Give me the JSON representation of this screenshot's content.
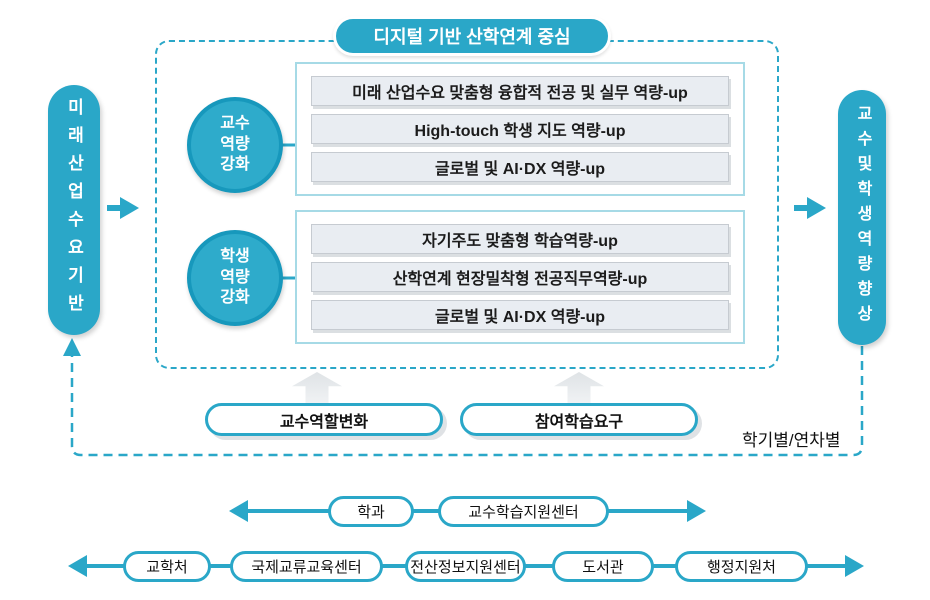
{
  "title": "디지털 기반 산학연계 중심",
  "left_pill": {
    "label": "미래산업수요기반"
  },
  "right_pill": {
    "label": "교수및학생역량향상"
  },
  "groups": [
    {
      "circle": [
        "교수",
        "역량",
        "강화"
      ],
      "items": [
        "미래 산업수요 맞춤형 융합적 전공 및 실무 역량-up",
        "High-touch 학생 지도 역량-up",
        "글로벌 및 AI·DX 역량-up"
      ]
    },
    {
      "circle": [
        "학생",
        "역량",
        "강화"
      ],
      "items": [
        "자기주도 맞춤형 학습역량-up",
        "산학연계 현장밀착형 전공직무역량-up",
        "글로벌 및 AI·DX 역량-up"
      ]
    }
  ],
  "inputs": [
    "교수역할변화",
    "참여학습요구"
  ],
  "cycle_label": "학기별/연차별",
  "support_rows": [
    {
      "pills": [
        "학과",
        "교수학습지원센터"
      ]
    },
    {
      "pills": [
        "교학처",
        "국제교류교육센터",
        "전산정보지원센터",
        "도서관",
        "행정지원처"
      ]
    }
  ],
  "colors": {
    "teal": "#2AA7C8",
    "circle_border": "#1798BC",
    "box_border": "#A6DAE6",
    "item_bg": "#E9EDF2",
    "gray_arrow": "#E4E7EA"
  }
}
